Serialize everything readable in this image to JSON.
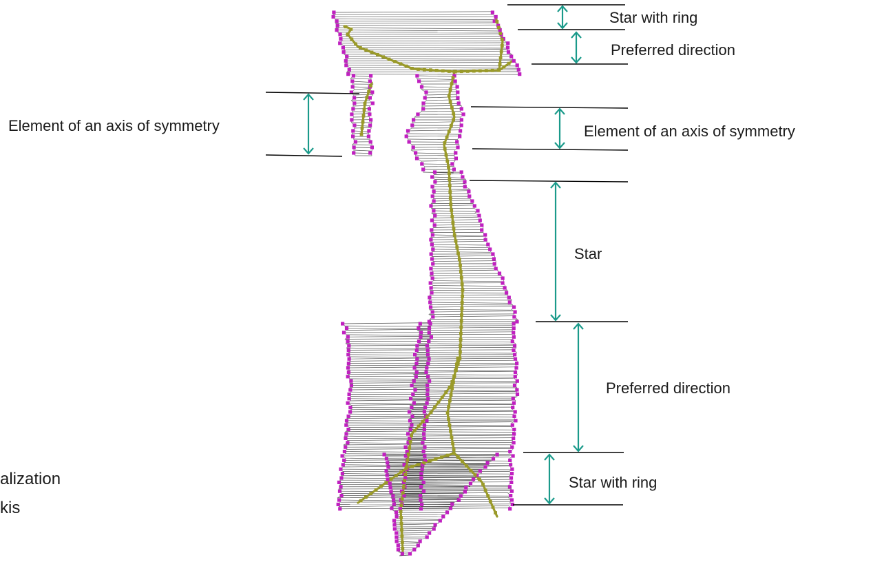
{
  "labels": {
    "star_with_ring_top": "Star with ring",
    "preferred_direction_top": "Preferred direction",
    "element_axis_left": "Element of an axis of symmetry",
    "element_axis_right": "Element of an axis of symmetry",
    "star": "Star",
    "preferred_direction_bottom": "Preferred direction",
    "star_with_ring_bottom": "Star with ring",
    "cut_text_line1": "alization",
    "cut_text_line2": "kis"
  },
  "colors": {
    "arrow": "#1a9a8a",
    "boundary_points": "#c020c0",
    "axis_points": "#9a9a2a",
    "mesh_lines": "#333333"
  }
}
